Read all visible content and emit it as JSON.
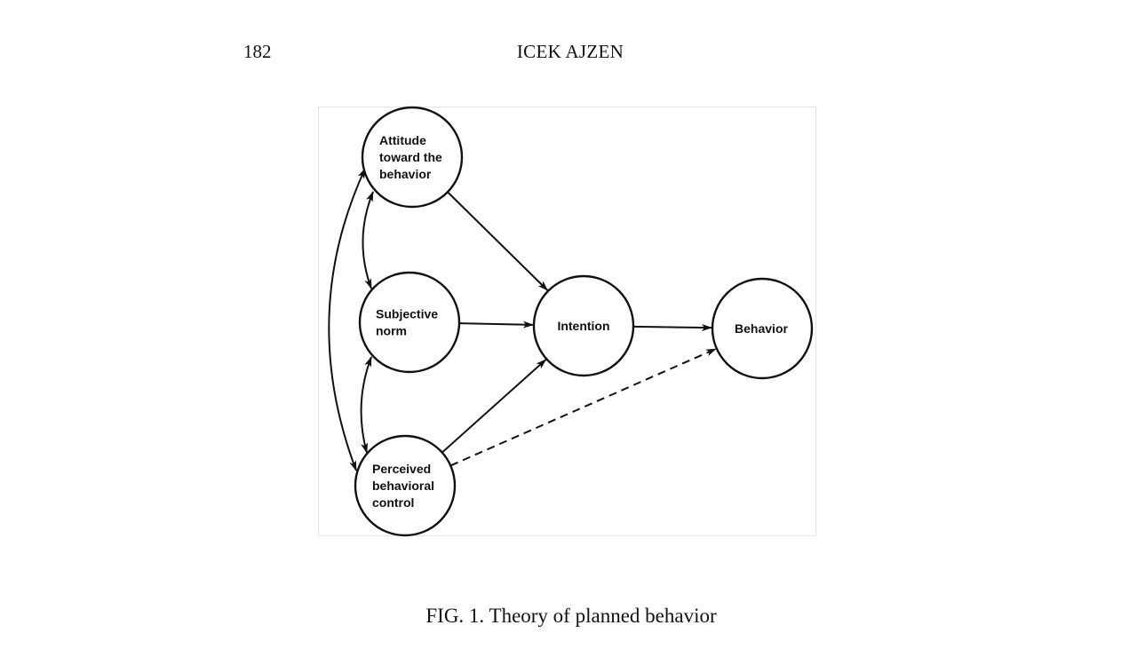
{
  "header": {
    "page_number": "182",
    "running_head": "ICEK AJZEN"
  },
  "figure": {
    "nodes": [
      {
        "id": "attitude",
        "label_lines": [
          "Attitude",
          "toward the",
          "behavior"
        ]
      },
      {
        "id": "norm",
        "label_lines": [
          "Subjective",
          "norm"
        ]
      },
      {
        "id": "control",
        "label_lines": [
          "Perceived",
          "behavioral",
          "control"
        ]
      },
      {
        "id": "intention",
        "label_lines": [
          "Intention"
        ]
      },
      {
        "id": "behavior",
        "label_lines": [
          "Behavior"
        ]
      }
    ],
    "edges": [
      {
        "from": "attitude",
        "to": "intention",
        "style": "solid",
        "direction": "forward"
      },
      {
        "from": "norm",
        "to": "intention",
        "style": "solid",
        "direction": "forward"
      },
      {
        "from": "control",
        "to": "intention",
        "style": "solid",
        "direction": "forward"
      },
      {
        "from": "intention",
        "to": "behavior",
        "style": "solid",
        "direction": "forward"
      },
      {
        "from": "control",
        "to": "behavior",
        "style": "dashed",
        "direction": "forward"
      },
      {
        "from": "attitude",
        "to": "norm",
        "style": "solid",
        "direction": "both"
      },
      {
        "from": "norm",
        "to": "control",
        "style": "solid",
        "direction": "both"
      },
      {
        "from": "attitude",
        "to": "control",
        "style": "solid",
        "direction": "both"
      }
    ]
  },
  "caption": {
    "text": "FIG. 1.  Theory of planned behavior"
  }
}
